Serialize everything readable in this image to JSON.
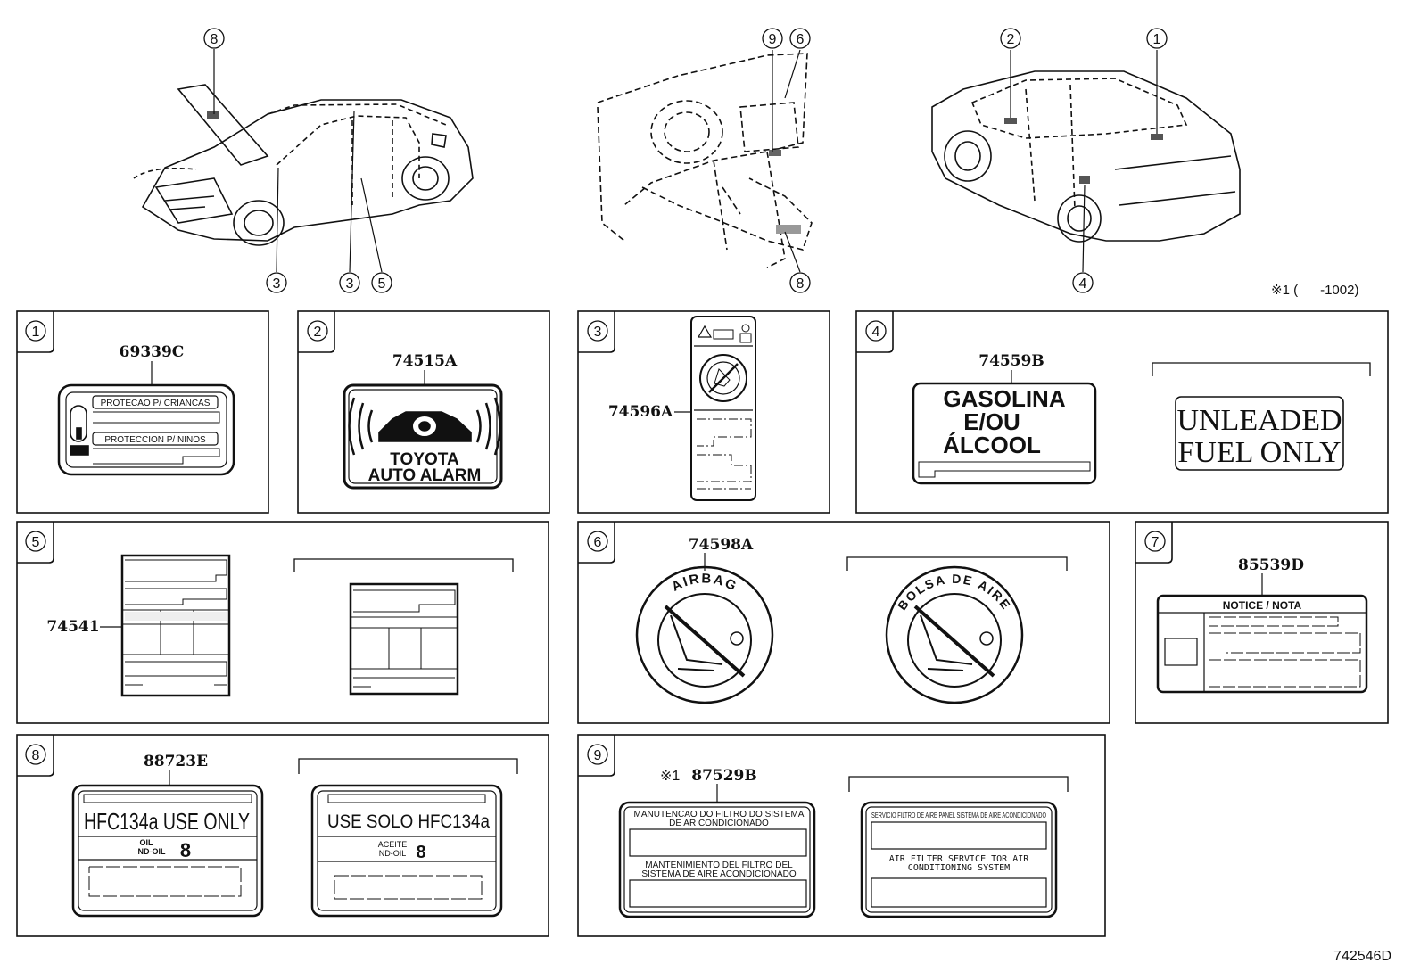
{
  "footnote": "※1 (      -1002)",
  "diagram_code": "742546D",
  "overview": {
    "front_car_callouts": [
      "8",
      "3",
      "3",
      "5"
    ],
    "dash_callouts": [
      "9",
      "6",
      "8"
    ],
    "rear_car_callouts": [
      "2",
      "1",
      "4"
    ]
  },
  "panels": {
    "p1": {
      "num": "1",
      "part": "69339C",
      "line1": "PROTECAO P/ CRIANCAS",
      "line2": "PROTECCION P/ NINOS"
    },
    "p2": {
      "num": "2",
      "part": "74515A",
      "line1": "TOYOTA",
      "line2": "AUTO ALARM"
    },
    "p3": {
      "num": "3",
      "part": "74596A"
    },
    "p4": {
      "num": "4",
      "part": "74559B",
      "line1": "GASOLINA",
      "line2": "E/OU",
      "line3": "ÁLCOOL",
      "alt1": "UNLEADED",
      "alt2": "FUEL ONLY"
    },
    "p5": {
      "num": "5",
      "part": "74541"
    },
    "p6": {
      "num": "6",
      "part": "74598A",
      "seal1": "AIRBAG",
      "seal2": "BOLSA DE AIRE"
    },
    "p7": {
      "num": "7",
      "part": "85539D",
      "header": "NOTICE / NOTA"
    },
    "p8": {
      "num": "8",
      "part": "88723E",
      "a_title": "HFC134a USE ONLY",
      "a_oil1": "OIL",
      "a_oil2": "ND-OIL",
      "a_oil_num": "8",
      "b_title": "USE SOLO HFC134a",
      "b_oil1": "ACEITE",
      "b_oil2": "ND-OIL",
      "b_oil_num": "8"
    },
    "p9": {
      "num": "9",
      "marker": "※1",
      "part": "87529B",
      "a1": "MANUTENCAO DO FILTRO DO SISTEMA",
      "a2": "DE AR CONDICIONADO",
      "a3": "MANTENIMIENTO DEL FILTRO DEL",
      "a4": "SISTEMA DE AIRE ACONDICIONADO",
      "b1": "SERVICIO FILTRO DE AIRE PANEL SISTEMA DE AIRE ACONDICIONADO",
      "b2": "AIR  FILTER  SERVICE  TOR  AIR",
      "b3": "CONDITIONING  SYSTEM"
    }
  }
}
